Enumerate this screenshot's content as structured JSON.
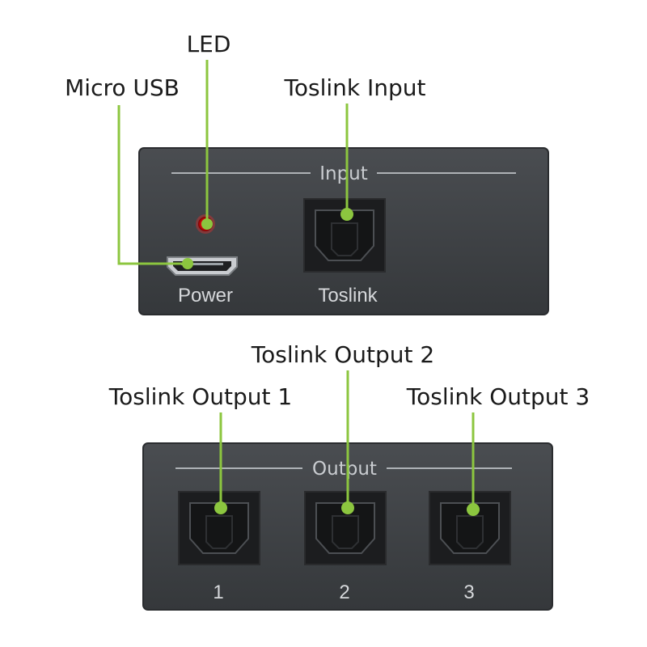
{
  "callouts": {
    "led": "LED",
    "micro_usb": "Micro USB",
    "toslink_input": "Toslink Input",
    "toslink_output_1": "Toslink Output 1",
    "toslink_output_2": "Toslink Output 2",
    "toslink_output_3": "Toslink Output 3"
  },
  "input_panel": {
    "title": "Input",
    "power_label": "Power",
    "toslink_label": "Toslink"
  },
  "output_panel": {
    "title": "Output",
    "port_labels": [
      "1",
      "2",
      "3"
    ]
  },
  "colors": {
    "callout_line": "#8cc63f",
    "led_red": "#ff1a1a",
    "panel_body": "#3e4145"
  }
}
